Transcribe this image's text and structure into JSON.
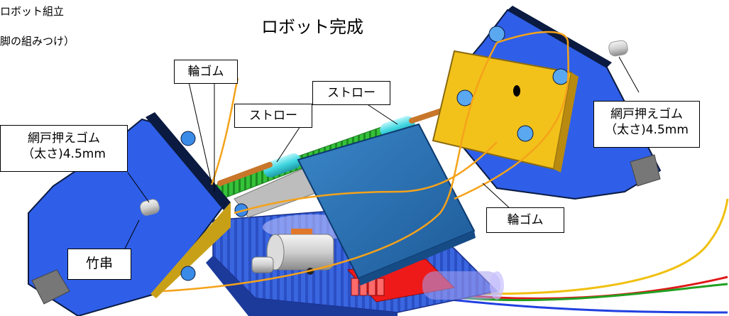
{
  "header": {
    "breadcrumb": "ロボット組立",
    "subtitle": "脚の組みつけ）",
    "title": "ロボット完成"
  },
  "labels": {
    "rubber_band_top": "輪ゴム",
    "straw_right": "ストロー",
    "straw_left": "ストロー",
    "screen_rubber_left_l1": "網戸押えゴム",
    "screen_rubber_left_l2": "（太さ)4.5mm",
    "screen_rubber_right_l1": "網戸押えゴム",
    "screen_rubber_right_l2": "（太さ)4.5mm",
    "rubber_band_right": "輪ゴム",
    "bamboo_skewer": "竹串"
  },
  "colors": {
    "leg_blue": "#2f5fe8",
    "leg_dark": "#0a1a40",
    "plate_yellow": "#f2c21a",
    "body_blue": "#3a66e0",
    "body_panel": "#2c6fb0",
    "straw_cyan": "#3fd6e0",
    "skewer_brown": "#c8762a",
    "rubber_orange": "#f5a21a",
    "spring_green": "#36c23a",
    "battery_red": "#ee1a1a",
    "wire_yellow": "#f0c010",
    "wire_red": "#e01818",
    "wire_green": "#20a020",
    "wire_blue": "#2040e0"
  }
}
